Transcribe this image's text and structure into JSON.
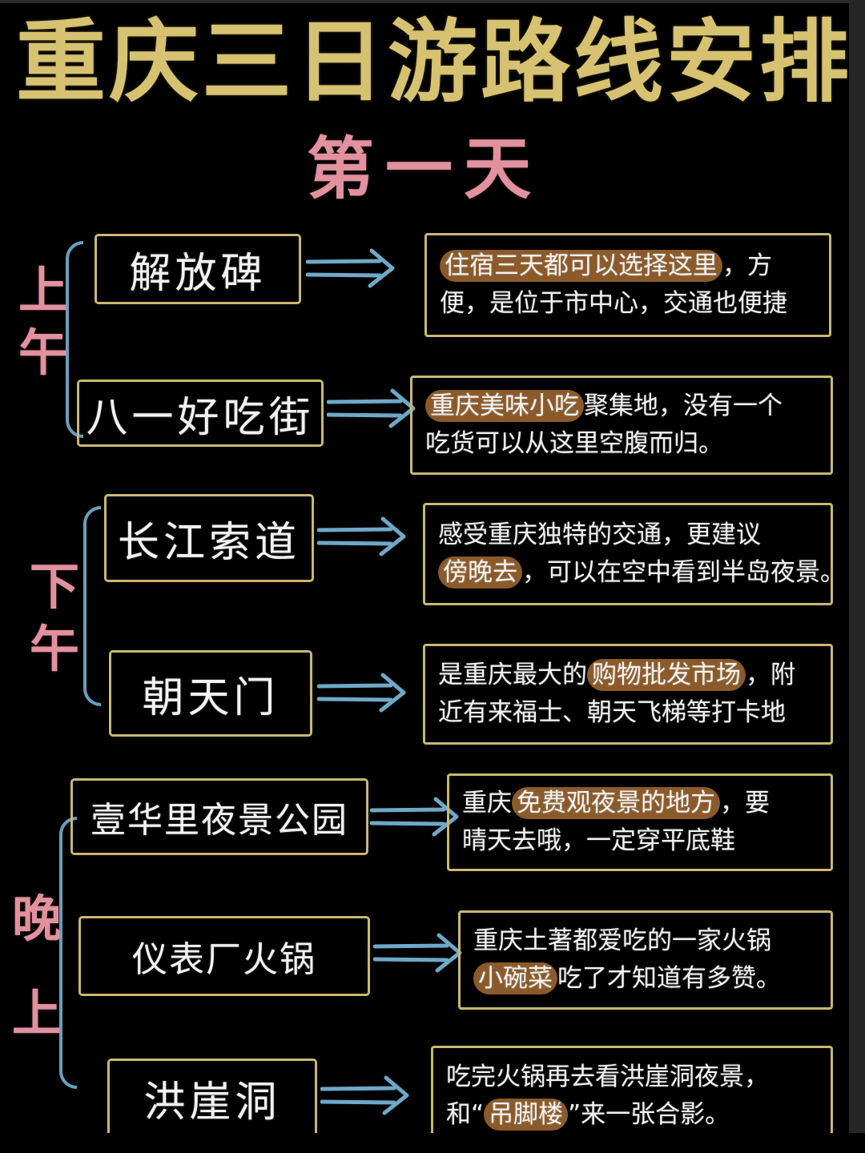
{
  "header": {
    "title": "重庆三日游路线安排",
    "subtitle": "第一天",
    "title_color": "#d6c271",
    "subtitle_color": "#e2919f"
  },
  "theme": {
    "background": "#000000",
    "box_border": "#c9b870",
    "arrow_color": "#6fa8c8",
    "brace_color": "#6fa8c8",
    "text_color": "#f2f2f2",
    "highlight_color": "#8a5a2b",
    "label_color": "#e2919f"
  },
  "sections": [
    {
      "label": "上午",
      "label_chars": [
        "上",
        "午"
      ],
      "items": [
        {
          "place": "解放碑",
          "arrow": "double-arrow-right-icon",
          "note_lines": [
            [
              {
                "text": "住宿三天都可以选择这里",
                "highlight": true
              },
              {
                "text": "，方",
                "highlight": false
              }
            ],
            [
              {
                "text": "便，是位于市中心，交通也便捷",
                "highlight": false
              }
            ]
          ]
        },
        {
          "place": "八一好吃街",
          "arrow": "double-arrow-right-icon",
          "note_lines": [
            [
              {
                "text": "重庆美味小吃",
                "highlight": true
              },
              {
                "text": "聚集地，没有一个",
                "highlight": false
              }
            ],
            [
              {
                "text": "吃货可以从这里空腹而归。",
                "highlight": false
              }
            ]
          ]
        }
      ]
    },
    {
      "label": "下午",
      "label_chars": [
        "下",
        "午"
      ],
      "items": [
        {
          "place": "长江索道",
          "arrow": "double-arrow-right-icon",
          "note_lines": [
            [
              {
                "text": "感受重庆独特的交通，更建议",
                "highlight": false
              }
            ],
            [
              {
                "text": "傍晚去",
                "highlight": true
              },
              {
                "text": "，可以在空中看到半岛夜景。",
                "highlight": false
              }
            ]
          ]
        },
        {
          "place": "朝天门",
          "arrow": "double-arrow-right-icon",
          "note_lines": [
            [
              {
                "text": "是重庆最大的",
                "highlight": false
              },
              {
                "text": "购物批发市场",
                "highlight": true
              },
              {
                "text": "，附",
                "highlight": false
              }
            ],
            [
              {
                "text": "近有来福士、朝天飞梯等打卡地",
                "highlight": false
              }
            ]
          ]
        }
      ]
    },
    {
      "label": "晚上",
      "label_chars": [
        "晚",
        "上"
      ],
      "items": [
        {
          "place": "壹华里夜景公园",
          "arrow": "double-arrow-right-icon",
          "note_lines": [
            [
              {
                "text": "重庆",
                "highlight": false
              },
              {
                "text": "免费观夜景的地方",
                "highlight": true
              },
              {
                "text": "，要",
                "highlight": false
              }
            ],
            [
              {
                "text": "晴天去哦，一定穿平底鞋",
                "highlight": false
              }
            ]
          ]
        },
        {
          "place": "仪表厂火锅",
          "arrow": "double-arrow-right-icon",
          "note_lines": [
            [
              {
                "text": "重庆土著都爱吃的一家火锅",
                "highlight": false
              }
            ],
            [
              {
                "text": "小碗菜",
                "highlight": true
              },
              {
                "text": "吃了才知道有多赞。",
                "highlight": false
              }
            ]
          ]
        },
        {
          "place": "洪崖洞",
          "arrow": "double-arrow-right-icon",
          "note_lines": [
            [
              {
                "text": "吃完火锅再去看洪崖洞夜景，",
                "highlight": false
              }
            ],
            [
              {
                "text": "和“",
                "highlight": false
              },
              {
                "text": "吊脚楼",
                "highlight": true
              },
              {
                "text": "”来一张合影。",
                "highlight": false
              }
            ]
          ]
        }
      ]
    }
  ]
}
